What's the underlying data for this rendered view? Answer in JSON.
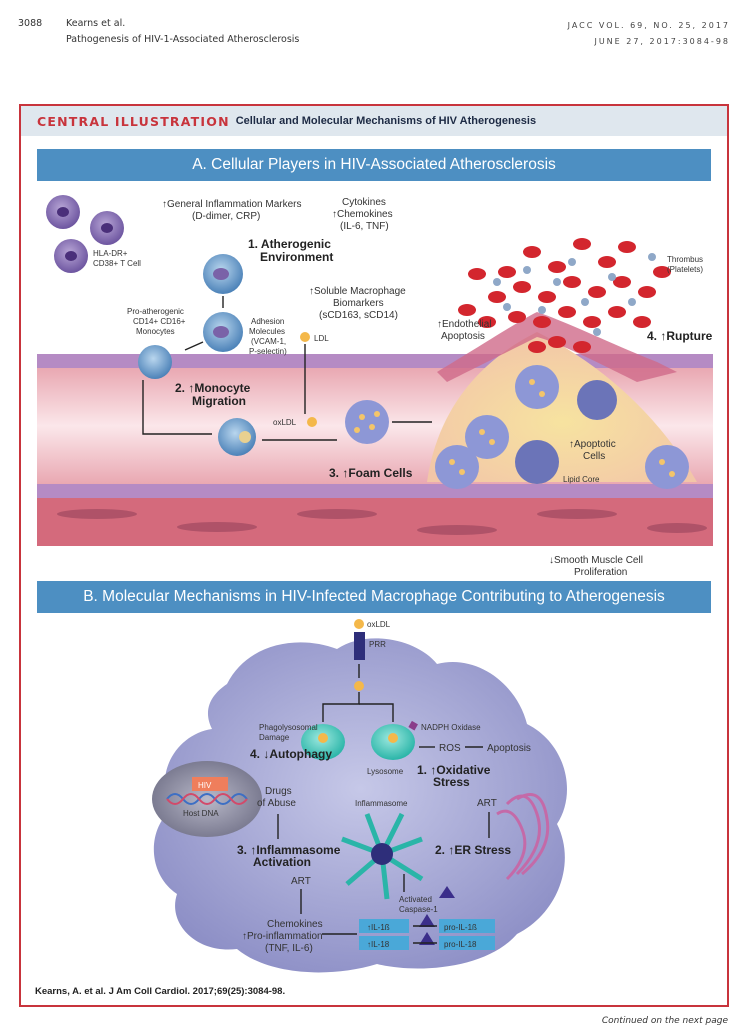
{
  "page_header": {
    "page_number": "3088",
    "authors": "Kearns et al.",
    "running_title": "Pathogenesis of HIV-1-Associated Atherosclerosis",
    "journal_line1": "JACC VOL. 69, NO. 25, 2017",
    "journal_line2": "JUNE 27, 2017:3084-98"
  },
  "figure": {
    "label": "CENTRAL ILLUSTRATION",
    "title": "Cellular and Molecular Mechanisms of HIV Atherogenesis",
    "accent_color": "#c8343c",
    "section_bar_color": "#4d8fc2",
    "panel_a": {
      "title": "A. Cellular Players in HIV-Associated Atherosclerosis",
      "labels": {
        "general_markers_1": "↑General Inflammation Markers",
        "general_markers_2": "(D-dimer, CRP)",
        "cytokines_1": "Cytokines",
        "cytokines_2": "↑Chemokines",
        "cytokines_3": "(IL-6, TNF)",
        "tcell_1": "HLA-DR+",
        "tcell_2": "CD38+ T Cell",
        "step1_1": "1. Atherogenic",
        "step1_2": "Environment",
        "soluble_1": "↑Soluble Macrophage",
        "soluble_2": "Biomarkers",
        "soluble_3": "(sCD163, sCD14)",
        "mono_1": "Pro-atherogenic",
        "mono_2": "CD14+ CD16+",
        "mono_3": "Monocytes",
        "adhesion_1": "Adhesion",
        "adhesion_2": "Molecules",
        "adhesion_3": "(VCAM-1,",
        "adhesion_4": "P-selectin)",
        "ldl": "LDL",
        "endo_1": "↑Endothelial",
        "endo_2": "Apoptosis",
        "thrombus_1": "Thrombus",
        "thrombus_2": "(Platelets)",
        "step4": "4. ↑Rupture",
        "step2_1": "2. ↑Monocyte",
        "step2_2": "Migration",
        "oxldl": "oxLDL",
        "step3": "3. ↑Foam Cells",
        "apoptotic_1": "↑Apoptotic",
        "apoptotic_2": "Cells",
        "lipid_core": "Lipid Core",
        "smc_1": "↓Smooth Muscle Cell",
        "smc_2": "Proliferation"
      }
    },
    "panel_b": {
      "title": "B. Molecular Mechanisms in HIV-Infected Macrophage Contributing to Atherogenesis",
      "labels": {
        "oxldl": "oxLDL",
        "prr": "PRR",
        "phago_1": "Phagolysosomal",
        "phago_2": "Damage",
        "nadph": "NADPH Oxidase",
        "ros": "ROS",
        "apoptosis": "Apoptosis",
        "step4": "4. ↓Autophagy",
        "lysosome": "Lysosome",
        "step1_1": "1. ↑Oxidative",
        "step1_2": "Stress",
        "hiv": "HIV",
        "host_dna": "Host DNA",
        "drugs_1": "Drugs",
        "drugs_2": "of Abuse",
        "inflammasome": "Inflammasome",
        "art_1": "ART",
        "step3_1": "3. ↑Inflammasome",
        "step3_2": "Activation",
        "step2": "2. ↑ER Stress",
        "art_2": "ART",
        "caspase_1": "Activated",
        "caspase_2": "Caspase-1",
        "chemo_1": "Chemokines",
        "chemo_2": "↑Pro-inflammation",
        "chemo_3": "(TNF, IL-6)",
        "il1b": "↑IL-1ß",
        "il18": "↑IL-18",
        "pro_il1b": "pro-IL-1ß",
        "pro_il18": "pro-IL-18"
      }
    },
    "citation": "Kearns, A. et al. J Am Coll Cardiol. 2017;69(25):3084-98."
  },
  "footer": {
    "continued": "Continued on the next page"
  }
}
